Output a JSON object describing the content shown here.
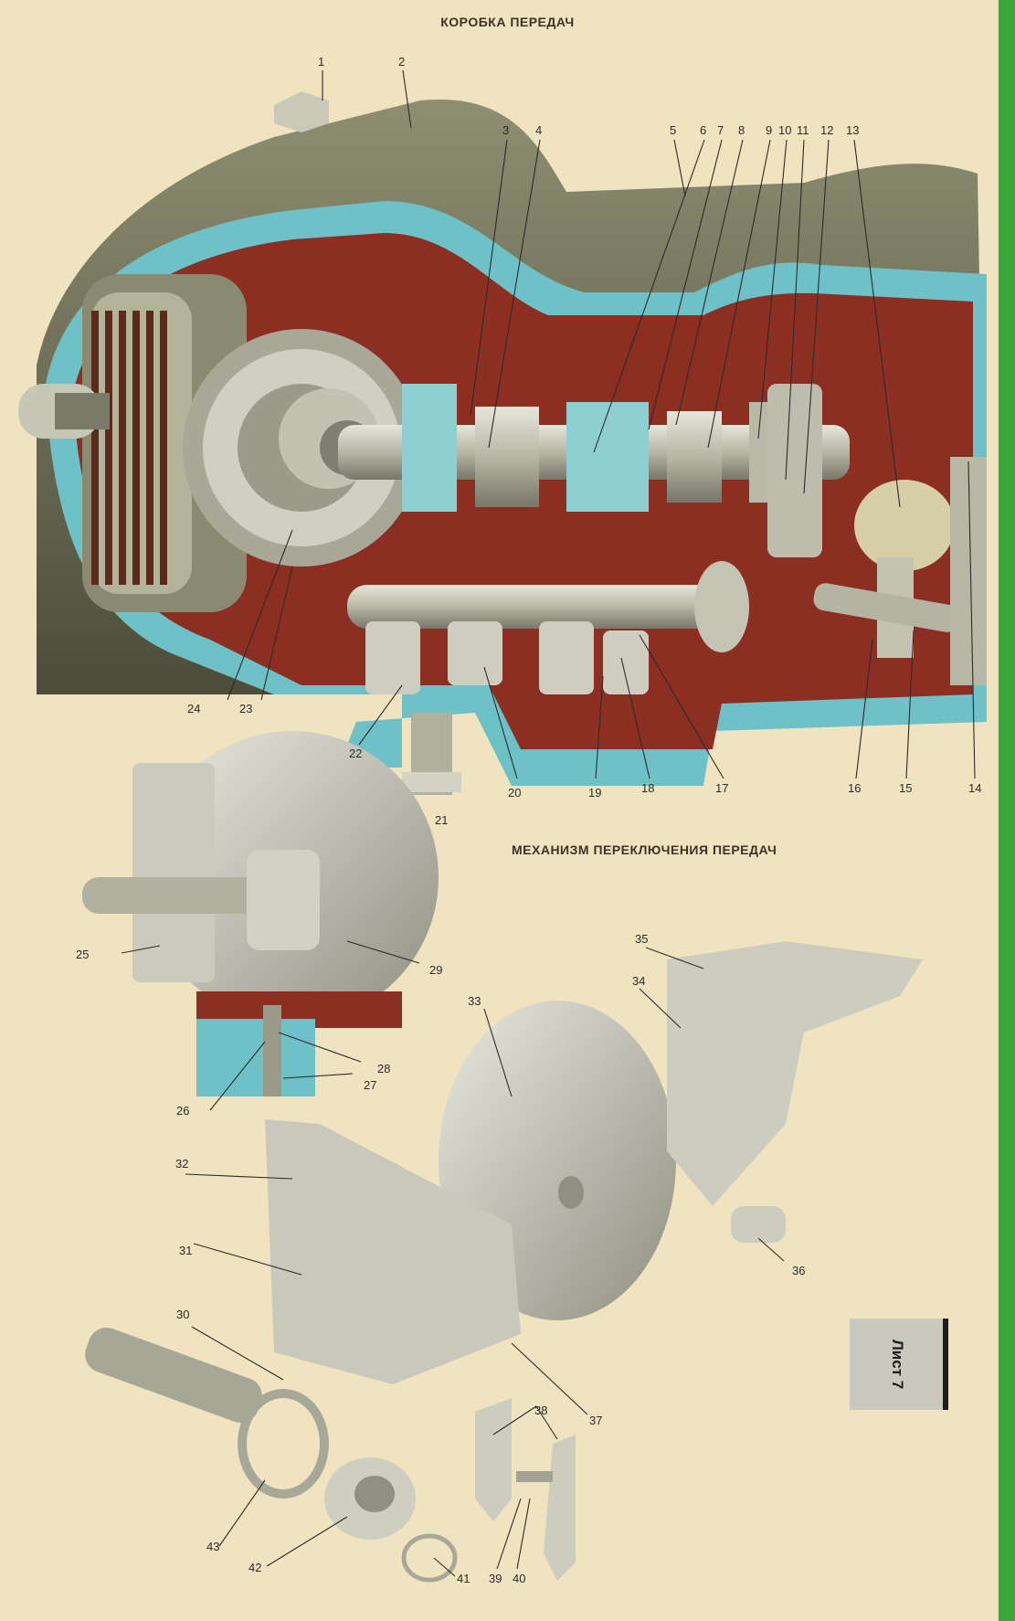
{
  "titles": {
    "gearbox": "КОРОБКА ПЕРЕДАЧ",
    "shift_mechanism": "МЕХАНИЗМ ПЕРЕКЛЮЧЕНИЯ ПЕРЕДАЧ"
  },
  "sheet_label": "Лист 7",
  "colors": {
    "page_background": "#efe4bf",
    "housing_cut_section": "#6fc1c8",
    "housing_interior": "#8c2f22",
    "housing_exterior": "#6a6a52",
    "metal_parts": "#c9c9bb",
    "side_stripe": "#39a63a"
  },
  "callouts": [
    "1",
    "2",
    "3",
    "4",
    "5",
    "6",
    "7",
    "8",
    "9",
    "10",
    "11",
    "12",
    "13",
    "14",
    "15",
    "16",
    "17",
    "18",
    "19",
    "20",
    "21",
    "22",
    "23",
    "24",
    "25",
    "26",
    "27",
    "28",
    "29",
    "30",
    "31",
    "32",
    "33",
    "34",
    "35",
    "36",
    "37",
    "38",
    "39",
    "40",
    "41",
    "42",
    "43"
  ]
}
